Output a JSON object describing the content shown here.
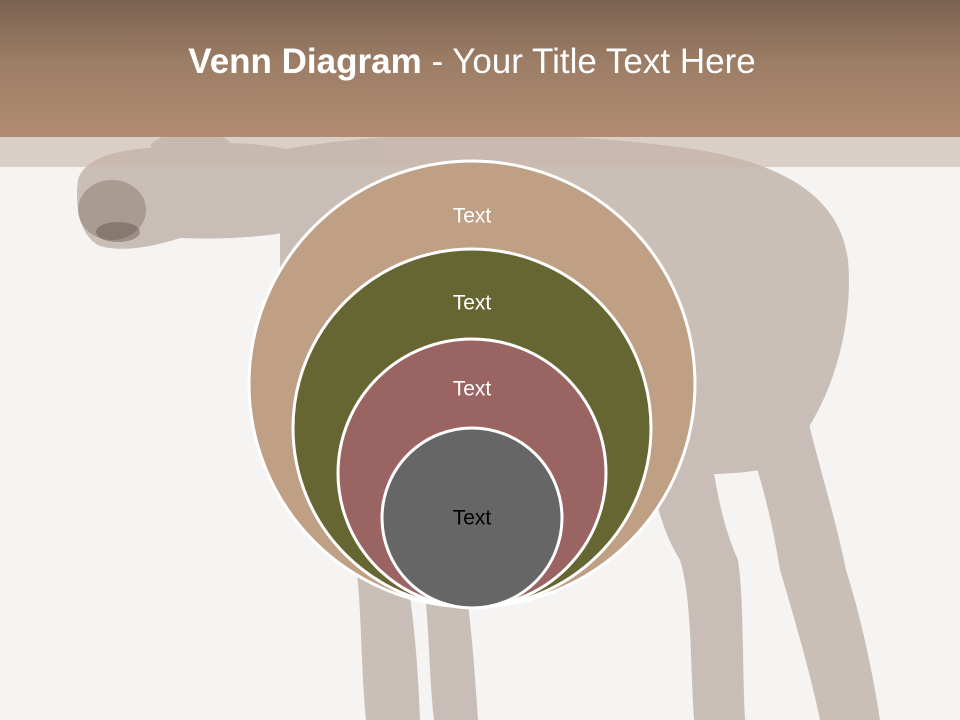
{
  "slide": {
    "title_bold": "Venn Diagram",
    "title_rest": " - Your Title Text Here"
  },
  "venn": {
    "circles": [
      {
        "label": "Text",
        "fill": "#bfa085",
        "text_color": "#ffffff"
      },
      {
        "label": "Text",
        "fill": "#666633",
        "text_color": "#ffffff"
      },
      {
        "label": "Text",
        "fill": "#9a6463",
        "text_color": "#ffffff"
      },
      {
        "label": "Text",
        "fill": "#666666",
        "text_color": "#000000"
      }
    ]
  },
  "colors": {
    "title_band": "#9c7d66",
    "background": "#f6f4f3",
    "photo_tint": "#8c7565"
  },
  "background_image": "donkey-foal-photo"
}
